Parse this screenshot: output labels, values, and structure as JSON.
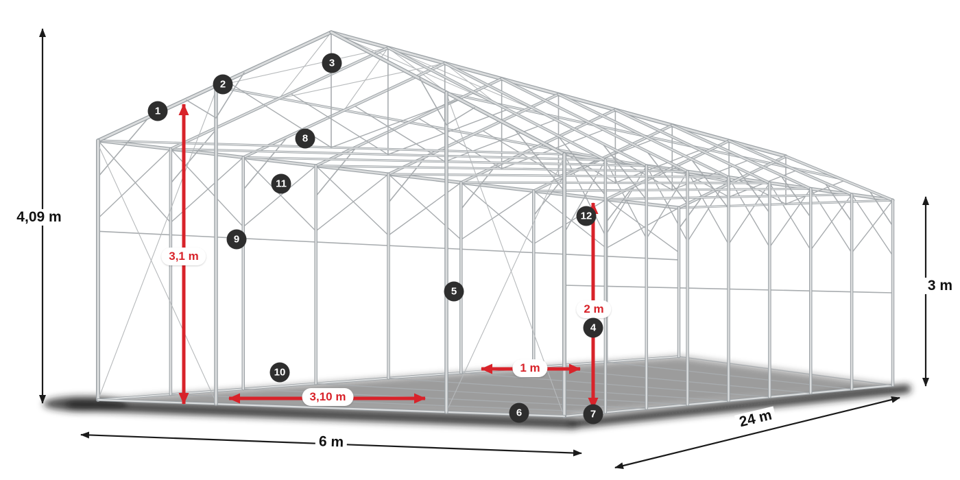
{
  "colors": {
    "red": "#d8232a",
    "badge": "#2e2e2e",
    "line": "#1a1a1a",
    "steel_dark": "#9aa0a4",
    "steel_light": "#dadcdd",
    "brace": "#a8acaf",
    "cable": "#b6b9bb",
    "shadow": "#222222"
  },
  "dimensions": {
    "total_height": "4,09 m",
    "side_height": "3 m",
    "width": "6 m",
    "length": "24 m",
    "clearance_height": "3,1 m",
    "inner_height": "2 m",
    "inner_width": "1 m",
    "clearance_width": "3,10 m"
  },
  "markers": [
    {
      "number": "1"
    },
    {
      "number": "2"
    },
    {
      "number": "3"
    },
    {
      "number": "4"
    },
    {
      "number": "5"
    },
    {
      "number": "6"
    },
    {
      "number": "7"
    },
    {
      "number": "8"
    },
    {
      "number": "9"
    },
    {
      "number": "10"
    },
    {
      "number": "11"
    },
    {
      "number": "12"
    }
  ]
}
